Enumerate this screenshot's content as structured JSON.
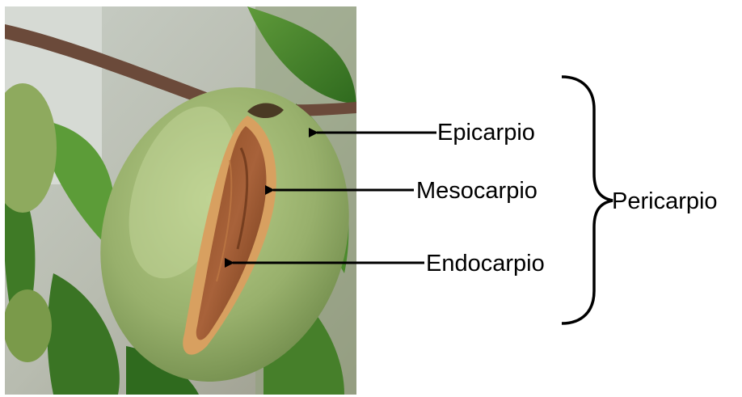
{
  "labels": {
    "epicarp": "Epicarpio",
    "mesocarp": "Mesocarpio",
    "endocarp": "Endocarpio",
    "pericarp": "Pericarpio"
  },
  "photo": {
    "subject": "almond-fruit-cross-section-photo"
  },
  "colors": {
    "text": "#000000",
    "arrow": "#000000"
  }
}
